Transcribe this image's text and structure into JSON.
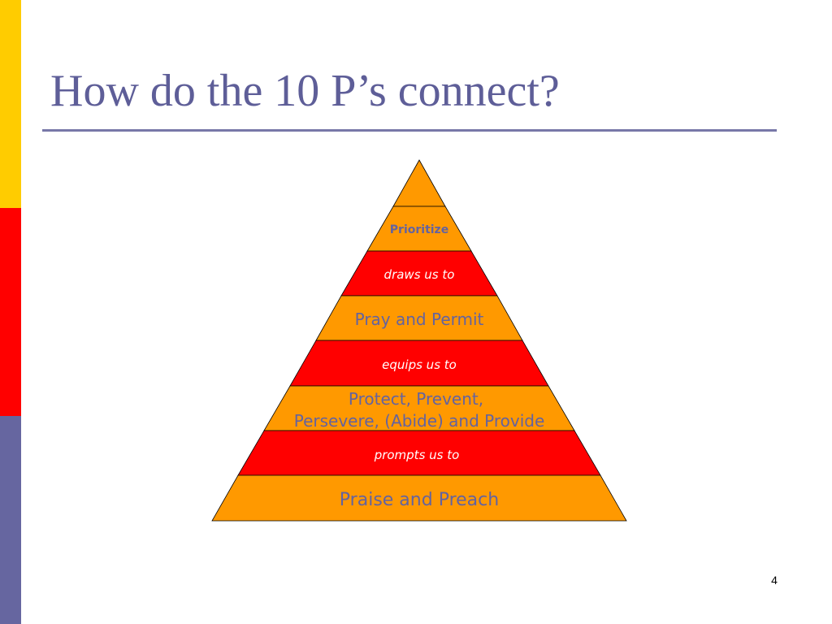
{
  "slide": {
    "title": "How do the 10 P’s connect?",
    "page_number": "4"
  },
  "colors": {
    "side_yellow": "#FFCC00",
    "side_red": "#FF0000",
    "side_blue": "#6666A0",
    "title": "#5E5E98",
    "orange": "#FF9900",
    "red": "#FF0000",
    "tier_text_on_orange": "#6363A0",
    "tier_text_on_red": "#FFFFFF"
  },
  "pyramid": {
    "tiers": [
      {
        "label": "",
        "color": "orange"
      },
      {
        "label": "Prioritize",
        "color": "orange"
      },
      {
        "label": "draws us to",
        "color": "red"
      },
      {
        "label": "Pray and Permit",
        "color": "orange"
      },
      {
        "label": "equips us to",
        "color": "red"
      },
      {
        "label": "Protect, Prevent,",
        "label_line2": "Persevere, (Abide) and Provide",
        "color": "orange"
      },
      {
        "label": "prompts us to",
        "color": "red"
      },
      {
        "label": "Praise and Preach",
        "color": "orange"
      }
    ]
  }
}
